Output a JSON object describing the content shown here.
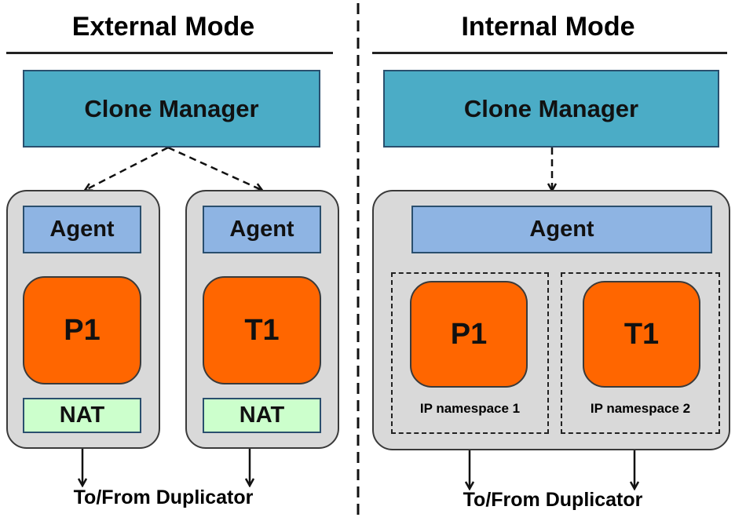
{
  "external": {
    "title": "External Mode",
    "clone_manager": "Clone Manager",
    "hosts": [
      {
        "agent": "Agent",
        "process": "P1",
        "nat": "NAT"
      },
      {
        "agent": "Agent",
        "process": "T1",
        "nat": "NAT"
      }
    ],
    "duplicator": "To/From Duplicator"
  },
  "internal": {
    "title": "Internal Mode",
    "clone_manager": "Clone Manager",
    "agent": "Agent",
    "namespaces": [
      {
        "process": "P1",
        "label": "IP namespace 1"
      },
      {
        "process": "T1",
        "label": "IP namespace 2"
      }
    ],
    "duplicator": "To/From Duplicator"
  },
  "colors": {
    "clone_manager": "#4bacc6",
    "agent": "#8eb4e3",
    "process": "#ff6600",
    "nat": "#ccffcc",
    "container": "#d9d9d9"
  }
}
